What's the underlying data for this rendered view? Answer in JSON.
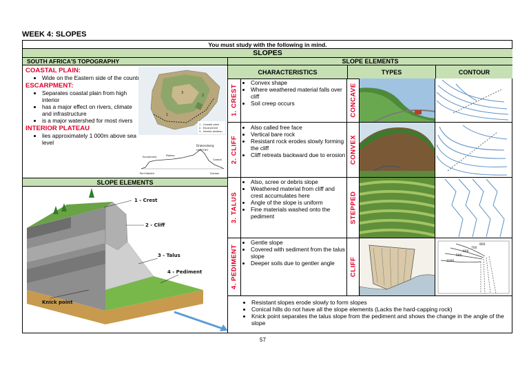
{
  "heading": "WEEK 4:  SLOPES",
  "intro": "You must study with the following in mind.",
  "section_title": "SLOPES",
  "sa_topography": {
    "title": "SOUTH AFRICA'S TOPOGRAPHY",
    "coastal_plain": {
      "label": "COASTAL PLAIN:",
      "points": [
        "Wide on the Eastern side of the country"
      ]
    },
    "escarpment": {
      "label": "ESCARPMENT:",
      "points": [
        "Separates coastal plain from high interior",
        "has a major effect on rivers, climate and infrastructure",
        "is a major watershed for most rivers"
      ]
    },
    "interior_plateau": {
      "label": "INTERIOR PLATEAU",
      "points": [
        "lies approximately 1 000m above sea level"
      ]
    },
    "map_legend": [
      "1 - Coastal plain",
      "2 - Escarpment",
      "3 - Interior plateau"
    ],
    "profile_labels": [
      "Drakensberg",
      "LESOTHO",
      "Port Nolloth",
      "Durban",
      "Escarpment",
      "Plateau",
      "Coastal"
    ]
  },
  "slope_elements_left": {
    "title": "SLOPE ELEMENTS",
    "labels": [
      "1 - Crest",
      "2 - Cliff",
      "3 - Talus",
      "4 - Pediment",
      "Knick point"
    ]
  },
  "slope_elements_right": {
    "title": "SLOPE ELEMENTS",
    "col_characteristics": "CHARACTERISTICS",
    "col_types": "TYPES",
    "col_contour": "CONTOUR",
    "rows": [
      {
        "element": "1. CREST",
        "type": "CONCAVE",
        "points": [
          "Convex shape",
          "Where weathered material falls over cliff",
          "Soil creep occurs"
        ]
      },
      {
        "element": "2. CLIFF",
        "type": "CONVEX",
        "points": [
          "Also called free face",
          "Vertical bare rock",
          "Resistant rock erodes slowly forming the cliff",
          "Cliff retreats backward due to erosion"
        ]
      },
      {
        "element": "3. TALUS",
        "type": "STEPPED",
        "points": [
          "Also, scree or debris slope",
          "Weathered material from cliff and crest accumulates here",
          "Angle of the slope is uniform",
          "Fine materials washed onto the pediment"
        ]
      },
      {
        "element": "4. PEDIMENT",
        "type": "CLIFF",
        "points": [
          "Gentle slope",
          "Covered with sediment from the talus slope",
          "Deeper soils due to gentler angle"
        ]
      }
    ],
    "contour_labels": [
      "800",
      "700",
      "600",
      "500",
      "1000"
    ]
  },
  "notes": [
    "Resistant slopes erode slowly to form slopes",
    "Conical hills do not have all the slope elements (Lacks the hard-capping rock)",
    "Knick point separates the talus slope from the pediment and shows the change in the angle of the slope"
  ],
  "page_number": "57"
}
